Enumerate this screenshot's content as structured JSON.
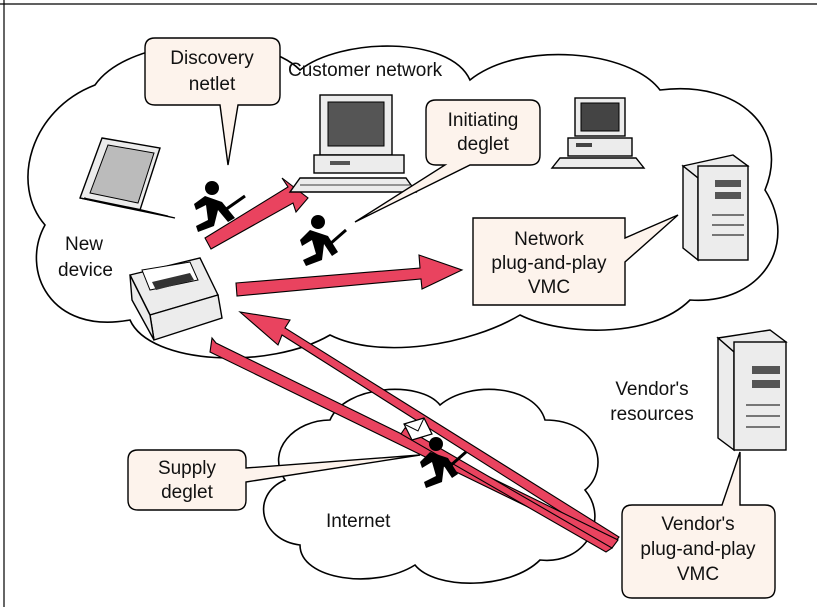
{
  "labels": {
    "customer_network": "Customer network",
    "new_device": [
      "New",
      "device"
    ],
    "vendors_resources": [
      "Vendor's",
      "resources"
    ],
    "internet": "Internet"
  },
  "callouts": {
    "discovery_netlet": [
      "Discovery",
      "netlet"
    ],
    "initiating_deglet": [
      "Initiating",
      "deglet"
    ],
    "network_vmc": [
      "Network",
      "plug-and-play",
      "VMC"
    ],
    "supply_deglet": [
      "Supply",
      "deglet"
    ],
    "vendor_vmc": [
      "Vendor's",
      "plug-and-play",
      "VMC"
    ]
  },
  "colors": {
    "arrow_fill": "#e9435f",
    "callout_fill": "#fdf3ec",
    "outline": "#000000"
  },
  "icons": [
    "laptop-icon",
    "desktop-computer-icon",
    "desktop-pc-icon",
    "server-tower-icon",
    "vendor-server-icon",
    "new-device-icon",
    "running-figure-icon",
    "envelope-icon"
  ]
}
